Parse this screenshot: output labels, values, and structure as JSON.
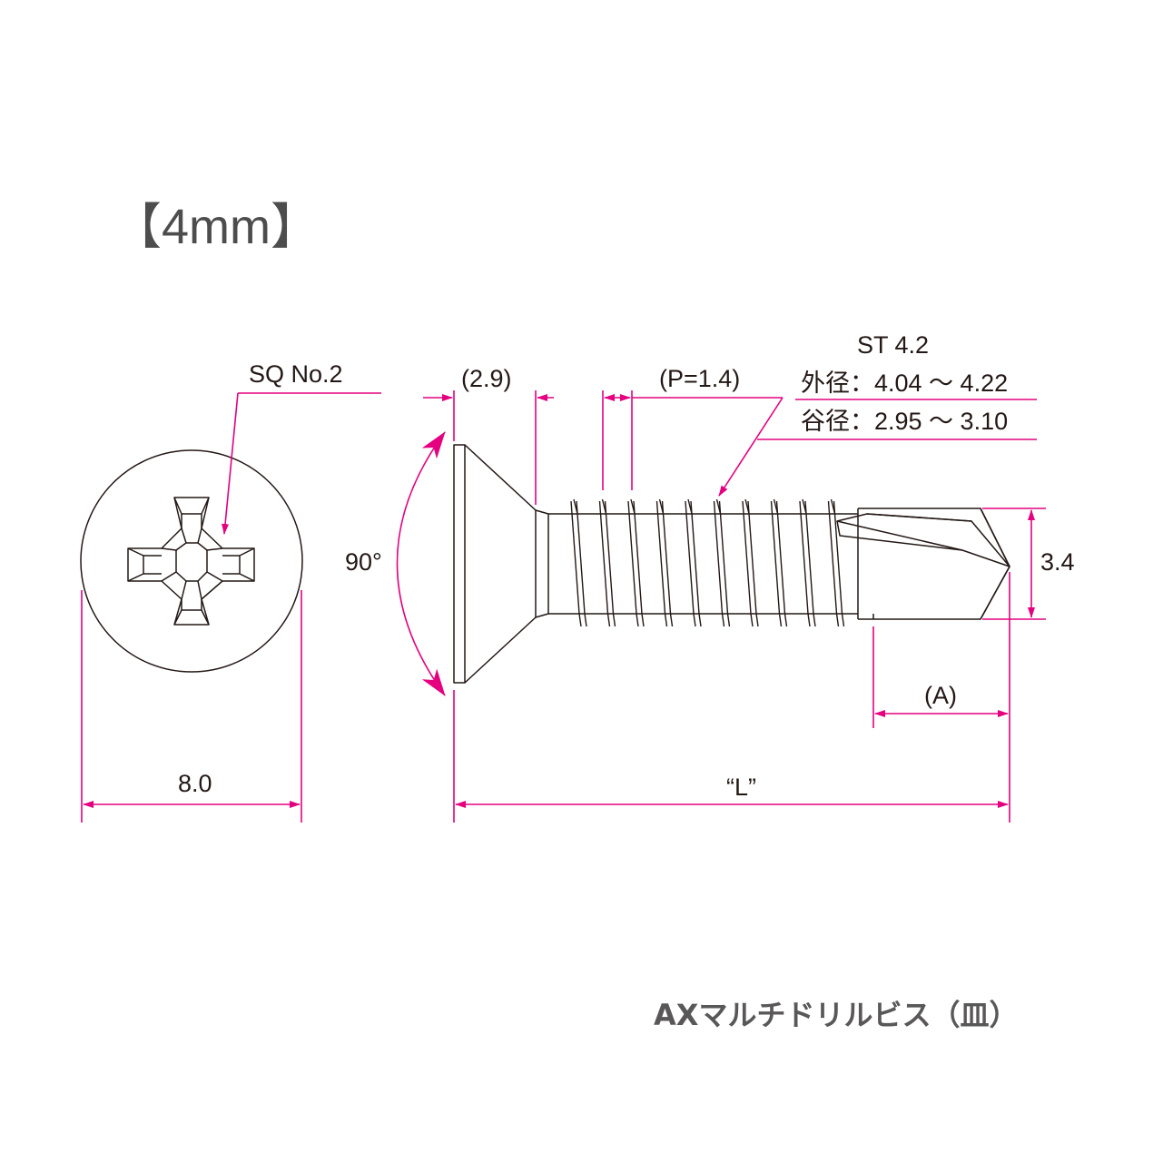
{
  "title": "【4mm】",
  "product_name": "AXマルチドリルビス（皿）",
  "labels": {
    "drive": "SQ No.2",
    "head_diameter": "8.0",
    "head_height": "(2.9)",
    "pitch": "(P=1.4)",
    "thread_spec": "ST 4.2",
    "outer_diameter": "外径：4.04 ～ 4.22",
    "root_diameter": "谷径：2.95 ～ 3.10",
    "head_angle": "90°",
    "drill_diameter": "3.4",
    "drill_length": "(A)",
    "total_length": "“L”"
  },
  "colors": {
    "dimension": "#e4007f",
    "line": "#231815",
    "title": "#4d4d4d",
    "product": "#595757"
  }
}
